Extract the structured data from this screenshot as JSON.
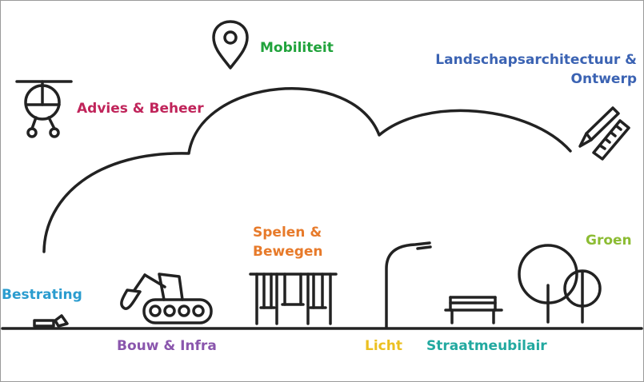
{
  "categories": {
    "mobiliteit": {
      "label": "Mobiliteit",
      "color": "#21a33c",
      "icon": "location-pin-icon"
    },
    "advies": {
      "label": "Advies & Beheer",
      "color": "#c0245a",
      "icon": "helicopter-icon"
    },
    "landschap": {
      "label_line1": "Landschapsarchitectuur &",
      "label_line2": "Ontwerp",
      "color": "#3b63b3",
      "icon": "pencil-ruler-icon"
    },
    "spelen": {
      "label_line1": "Spelen &",
      "label_line2": "Bewegen",
      "color": "#e77a2a",
      "icon": "swing-set-icon"
    },
    "groen": {
      "label": "Groen",
      "color": "#8cbc33",
      "icon": "trees-icon"
    },
    "bestrating": {
      "label": "Bestrating",
      "color": "#2a9ccf",
      "icon": "paving-stones-icon"
    },
    "bouw": {
      "label": "Bouw & Infra",
      "color": "#8a56ad",
      "icon": "excavator-icon"
    },
    "licht": {
      "label": "Licht",
      "color": "#ecc020",
      "icon": "street-lamp-icon"
    },
    "straatmeubilair": {
      "label": "Straatmeubilair",
      "color": "#22a9a0",
      "icon": "bench-icon"
    }
  },
  "line_color": "#222222"
}
